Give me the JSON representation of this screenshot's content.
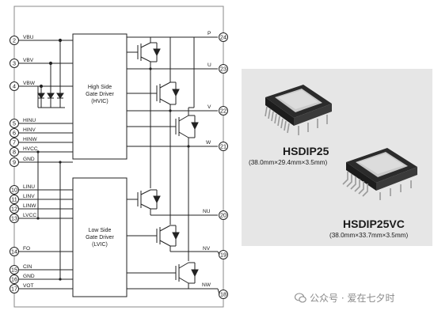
{
  "left_pins": [
    {
      "num": "2",
      "label": "VBU"
    },
    {
      "num": "3",
      "label": "VBV"
    },
    {
      "num": "4",
      "label": "VBW"
    },
    {
      "num": "5",
      "label": "HINU"
    },
    {
      "num": "6",
      "label": "HINV"
    },
    {
      "num": "7",
      "label": "HINW"
    },
    {
      "num": "8",
      "label": "HVCC"
    },
    {
      "num": "9",
      "label": "GND"
    },
    {
      "num": "10",
      "label": "LINU"
    },
    {
      "num": "11",
      "label": "LINV"
    },
    {
      "num": "12",
      "label": "LINW"
    },
    {
      "num": "13",
      "label": "LVCC"
    },
    {
      "num": "14",
      "label": "FO"
    },
    {
      "num": "15",
      "label": "CIN"
    },
    {
      "num": "16",
      "label": "GND"
    },
    {
      "num": "17",
      "label": "VOT"
    }
  ],
  "right_pins": [
    {
      "num": "24",
      "label": "P"
    },
    {
      "num": "23",
      "label": "U"
    },
    {
      "num": "22",
      "label": "V"
    },
    {
      "num": "21",
      "label": "W"
    },
    {
      "num": "20",
      "label": "NU"
    },
    {
      "num": "19",
      "label": "NV"
    },
    {
      "num": "18",
      "label": "NW"
    }
  ],
  "high_side_driver": {
    "line1": "High Side",
    "line2": "Gate Driver",
    "line3": "(HVIC)"
  },
  "low_side_driver": {
    "line1": "Low Side",
    "line2": "Gate Driver",
    "line3": "(LVIC)"
  },
  "packages": [
    {
      "name": "HSDIP25",
      "dimensions": "(38.0mm×29.4mm×3.5mm)"
    },
    {
      "name": "HSDIP25VC",
      "dimensions": "(38.0mm×33.7mm×3.5mm)"
    }
  ],
  "watermark": "公众号 · 爱在七夕时",
  "colors": {
    "line": "#222222",
    "photo_bg": "#e6e6e6",
    "chip_body": "#2b2b2b",
    "watermark": "#8a8a8a"
  }
}
